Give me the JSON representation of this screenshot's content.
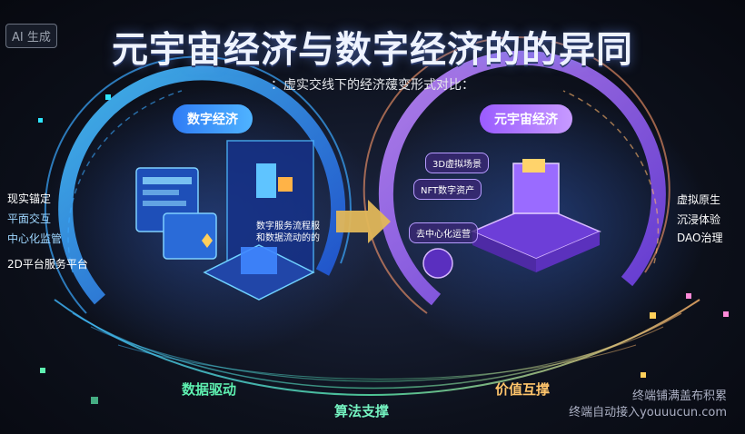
{
  "badge": "AI 生成",
  "title": "元宇宙经济与数字经济的的异同",
  "subtitle": "：虚实交线下的经济蕿变形式对比：",
  "left_panel": {
    "header": "数字经济",
    "items": [
      "现实锚定",
      "平面交互",
      "中心化监管",
      "2D平台服务平台"
    ],
    "card_text": [
      "数字服务流程服",
      "和数据流动的的"
    ]
  },
  "right_panel": {
    "header": "元宇宙经济",
    "pills": [
      "3D虚拟场景",
      "NFT数字资产",
      "去中心化运营"
    ],
    "items": [
      "虚拟原生",
      "沉浸体验",
      "DAO治理"
    ]
  },
  "bottom_labels": [
    "数据驱动",
    "算法支撑",
    "价值互撑"
  ],
  "watermark": [
    "终端铺满盖布积累",
    "终端自动接入youuucun.com"
  ],
  "colors": {
    "blue_accent": "#3aa8ff",
    "purple_accent": "#a26bff",
    "arrow": "#e2b75a",
    "green_glow": "#5ef0b0"
  }
}
